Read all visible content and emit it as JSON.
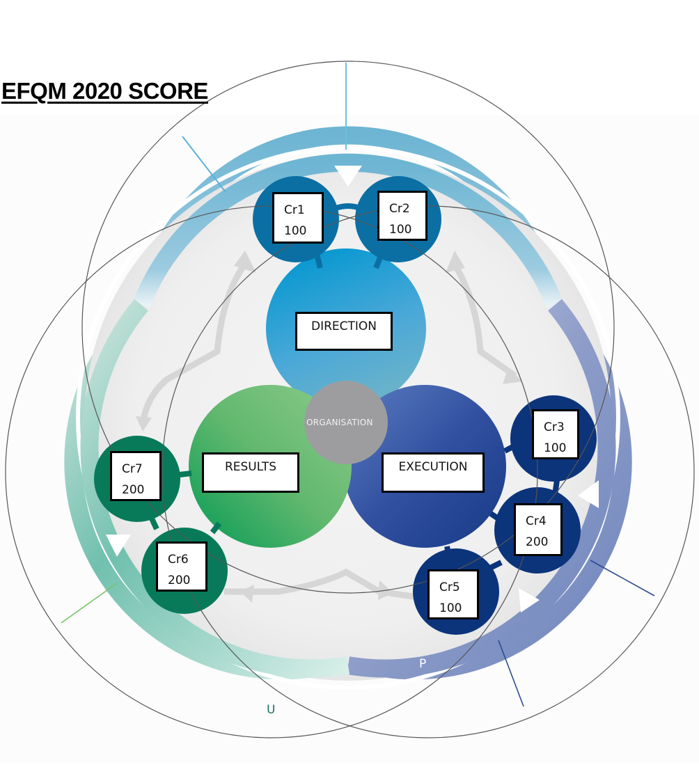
{
  "title": "EFQM 2020 SCORE",
  "center": {
    "label": "ORGANISATION",
    "color": "#9d9da0"
  },
  "pillars": [
    {
      "id": "direction",
      "label": "DIRECTION",
      "color_start": "#0a9bd2",
      "color_end": "#5aa2d4"
    },
    {
      "id": "execution",
      "label": "EXECUTION",
      "color_start": "#5a78c0",
      "color_end": "#1e3f8e"
    },
    {
      "id": "results",
      "label": "RESULTS",
      "color_start": "#86c887",
      "color_end": "#0f9a5a"
    }
  ],
  "criteria": [
    {
      "id": "cr1",
      "name": "Cr1",
      "score": "100",
      "pillar": "direction",
      "color": "#0b6fa4"
    },
    {
      "id": "cr2",
      "name": "Cr2",
      "score": "100",
      "pillar": "direction",
      "color": "#0b6fa4"
    },
    {
      "id": "cr3",
      "name": "Cr3",
      "score": "100",
      "pillar": "execution",
      "color": "#0c347b"
    },
    {
      "id": "cr4",
      "name": "Cr4",
      "score": "200",
      "pillar": "execution",
      "color": "#0c347b"
    },
    {
      "id": "cr5",
      "name": "Cr5",
      "score": "100",
      "pillar": "execution",
      "color": "#0c347b"
    },
    {
      "id": "cr6",
      "name": "Cr6",
      "score": "200",
      "pillar": "results",
      "color": "#087a5a"
    },
    {
      "id": "cr7",
      "name": "Cr7",
      "score": "200",
      "pillar": "results",
      "color": "#087a5a"
    }
  ],
  "ring_labels": {
    "execution_ring": "P",
    "results_ring": "U"
  },
  "colors": {
    "outer_ring_direction": "#6db5d3",
    "outer_ring_execution": "#8a9cc8",
    "outer_ring_results": "#6cbfac",
    "ring_letter_p": "#ffffff",
    "ring_letter_u": "#1a6e66",
    "arrow_gray": "#d6d6d6",
    "background_disc": "#ececec"
  }
}
